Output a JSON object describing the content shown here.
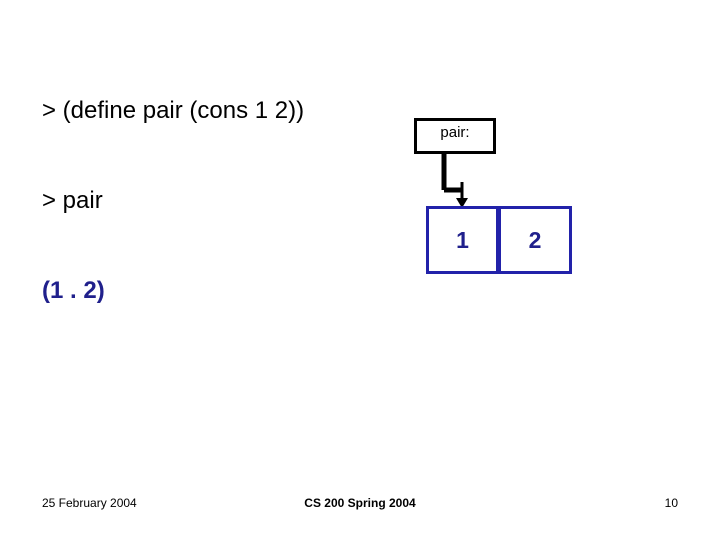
{
  "slide": {
    "repl_lines": [
      {
        "text": "> (define pair (cons 1 2))",
        "style": "input"
      },
      {
        "text": "> pair",
        "style": "input"
      },
      {
        "text": "(1 . 2)",
        "style": "result"
      }
    ],
    "pair_box": {
      "label": "pair:"
    },
    "cons_cell": {
      "car": "1",
      "cdr": "2"
    },
    "colors": {
      "result_text": "#20208c",
      "cons_border": "#2222aa",
      "box_border": "#000000",
      "background": "#ffffff"
    }
  },
  "footer": {
    "date": "25 February 2004",
    "course": "CS 200 Spring 2004",
    "page_number": "10"
  }
}
